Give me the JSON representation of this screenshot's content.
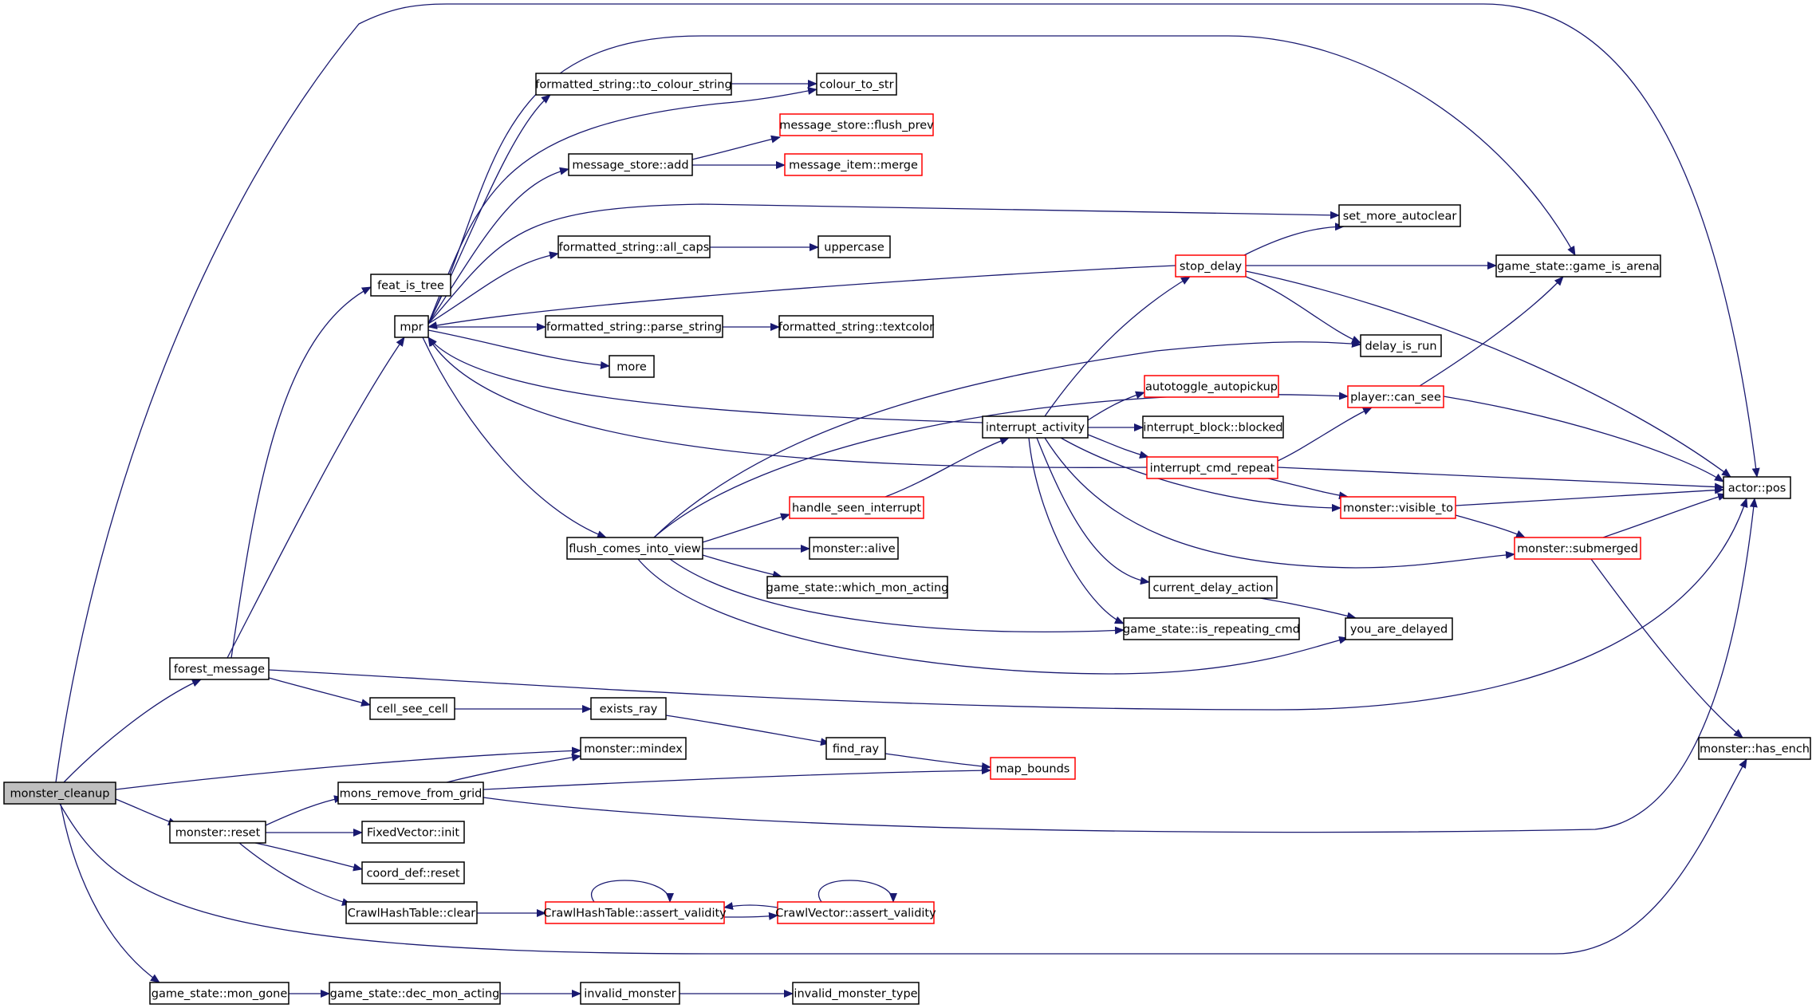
{
  "colors": {
    "edge": "#191970",
    "box_border": "#000000",
    "box_border_external": "#ff0000",
    "root_fill": "#bfbfbf"
  },
  "nodes": [
    {
      "id": "monster_cleanup",
      "label": "monster_cleanup",
      "style": "root"
    },
    {
      "id": "forest_message",
      "label": "forest_message",
      "style": "normal"
    },
    {
      "id": "feat_is_tree",
      "label": "feat_is_tree",
      "style": "normal"
    },
    {
      "id": "mpr",
      "label": "mpr",
      "style": "normal"
    },
    {
      "id": "fs_to_colour_string",
      "label": "formatted_string::to_colour_string",
      "style": "normal"
    },
    {
      "id": "colour_to_str",
      "label": "colour_to_str",
      "style": "normal"
    },
    {
      "id": "ms_flush_prev",
      "label": "message_store::flush_prev",
      "style": "red"
    },
    {
      "id": "ms_add",
      "label": "message_store::add",
      "style": "normal"
    },
    {
      "id": "mi_merge",
      "label": "message_item::merge",
      "style": "red"
    },
    {
      "id": "set_more_autoclear",
      "label": "set_more_autoclear",
      "style": "normal"
    },
    {
      "id": "fs_all_caps",
      "label": "formatted_string::all_caps",
      "style": "normal"
    },
    {
      "id": "uppercase",
      "label": "uppercase",
      "style": "normal"
    },
    {
      "id": "stop_delay",
      "label": "stop_delay",
      "style": "red"
    },
    {
      "id": "gs_game_is_arena",
      "label": "game_state::game_is_arena",
      "style": "normal"
    },
    {
      "id": "fs_parse_string",
      "label": "formatted_string::parse_string",
      "style": "normal"
    },
    {
      "id": "fs_textcolor",
      "label": "formatted_string::textcolor",
      "style": "normal"
    },
    {
      "id": "delay_is_run",
      "label": "delay_is_run",
      "style": "normal"
    },
    {
      "id": "more",
      "label": "more",
      "style": "normal"
    },
    {
      "id": "autotoggle_autopickup",
      "label": "autotoggle_autopickup",
      "style": "red"
    },
    {
      "id": "player_can_see",
      "label": "player::can_see",
      "style": "red"
    },
    {
      "id": "interrupt_activity",
      "label": "interrupt_activity",
      "style": "normal"
    },
    {
      "id": "ib_blocked",
      "label": "interrupt_block::blocked",
      "style": "normal"
    },
    {
      "id": "interrupt_cmd_repeat",
      "label": "interrupt_cmd_repeat",
      "style": "red"
    },
    {
      "id": "actor_pos",
      "label": "actor::pos",
      "style": "normal"
    },
    {
      "id": "handle_seen_interrupt",
      "label": "handle_seen_interrupt",
      "style": "red"
    },
    {
      "id": "monster_visible_to",
      "label": "monster::visible_to",
      "style": "red"
    },
    {
      "id": "flush_comes_into_view",
      "label": "flush_comes_into_view",
      "style": "normal"
    },
    {
      "id": "monster_alive",
      "label": "monster::alive",
      "style": "normal"
    },
    {
      "id": "monster_submerged",
      "label": "monster::submerged",
      "style": "red"
    },
    {
      "id": "gs_which_mon_acting",
      "label": "game_state::which_mon_acting",
      "style": "normal"
    },
    {
      "id": "current_delay_action",
      "label": "current_delay_action",
      "style": "normal"
    },
    {
      "id": "gs_is_repeating_cmd",
      "label": "game_state::is_repeating_cmd",
      "style": "normal"
    },
    {
      "id": "you_are_delayed",
      "label": "you_are_delayed",
      "style": "normal"
    },
    {
      "id": "cell_see_cell",
      "label": "cell_see_cell",
      "style": "normal"
    },
    {
      "id": "exists_ray",
      "label": "exists_ray",
      "style": "normal"
    },
    {
      "id": "monster_mindex",
      "label": "monster::mindex",
      "style": "normal"
    },
    {
      "id": "find_ray",
      "label": "find_ray",
      "style": "normal"
    },
    {
      "id": "monster_has_ench",
      "label": "monster::has_ench",
      "style": "normal"
    },
    {
      "id": "map_bounds",
      "label": "map_bounds",
      "style": "red"
    },
    {
      "id": "mons_remove_from_grid",
      "label": "mons_remove_from_grid",
      "style": "normal"
    },
    {
      "id": "monster_reset",
      "label": "monster::reset",
      "style": "normal"
    },
    {
      "id": "fv_init",
      "label": "FixedVector::init",
      "style": "normal"
    },
    {
      "id": "coord_def_reset",
      "label": "coord_def::reset",
      "style": "normal"
    },
    {
      "id": "cht_clear",
      "label": "CrawlHashTable::clear",
      "style": "normal"
    },
    {
      "id": "cht_assert_validity",
      "label": "CrawlHashTable::assert_validity",
      "style": "red"
    },
    {
      "id": "cv_assert_validity",
      "label": "CrawlVector::assert_validity",
      "style": "red"
    },
    {
      "id": "gs_mon_gone",
      "label": "game_state::mon_gone",
      "style": "normal"
    },
    {
      "id": "gs_dec_mon_acting",
      "label": "game_state::dec_mon_acting",
      "style": "normal"
    },
    {
      "id": "invalid_monster",
      "label": "invalid_monster",
      "style": "normal"
    },
    {
      "id": "invalid_monster_type",
      "label": "invalid_monster_type",
      "style": "normal"
    }
  ]
}
